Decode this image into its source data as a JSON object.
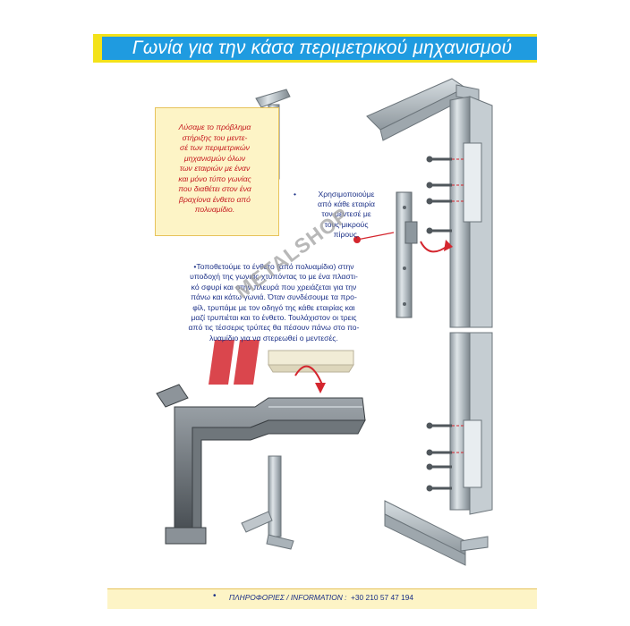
{
  "header": {
    "title": "Γωνία  για την κάσα περιμετρικού μηχανισμού"
  },
  "note_box": {
    "lines": [
      "Λύσαμε το πρόβλημα",
      "στήριξης του μεντε-",
      "σέ των περιμετρικών",
      "μηχανισμών όλων",
      "των εταιριών με έναν",
      "και μόνο τύπο γωνίας",
      "που διαθέτει στον ένα",
      "βραχίονα ένθετο από",
      "πολυαμίδιο."
    ]
  },
  "right_note": {
    "bullet": "•",
    "lines": [
      "Χρησιμοποιούμε",
      "από κάθε εταιρία",
      "τον μεντεσέ με",
      "τους μικρούς",
      "πίρους."
    ]
  },
  "mid_paragraph": {
    "lines": [
      "•Τοποθετούμε το ένθετο (από πολυαμίδιο) στην",
      "υποδοχή της γωνιάς χτυπόντας το με ένα πλαστι-",
      "κό σφυρί και στην πλευρά που χρειάζεται για την",
      "πάνω και κάτω γωνιά. Όταν συνδέσουμε τα προ-",
      "φίλ, τρυπάμε με τον οδηγό της κάθε εταιρίας και",
      "μαζί τρυπιέται και το ένθετο. Τουλάχιστον οι τρεις",
      "από τις τέσσερις τρύπες θα πέσουν πάνω στο πο-",
      "λυαμίδιο για να στερεωθεί ο μεντεσές."
    ]
  },
  "watermark": "METALSHOP",
  "footer": {
    "bullet": "•",
    "label": "ΠΛΗΡΟΦΟΡΙΕΣ / INFORMATION :",
    "phone": "+30 210 57 47 194"
  },
  "colors": {
    "banner_blue": "#1f9be0",
    "banner_yellow": "#f3e21a",
    "note_bg": "#fdf4c6",
    "note_text_red": "#c4161c",
    "body_text_blue": "#1a2f86",
    "aluminium": "#b9c2c8",
    "arrow_red": "#d4262e"
  }
}
